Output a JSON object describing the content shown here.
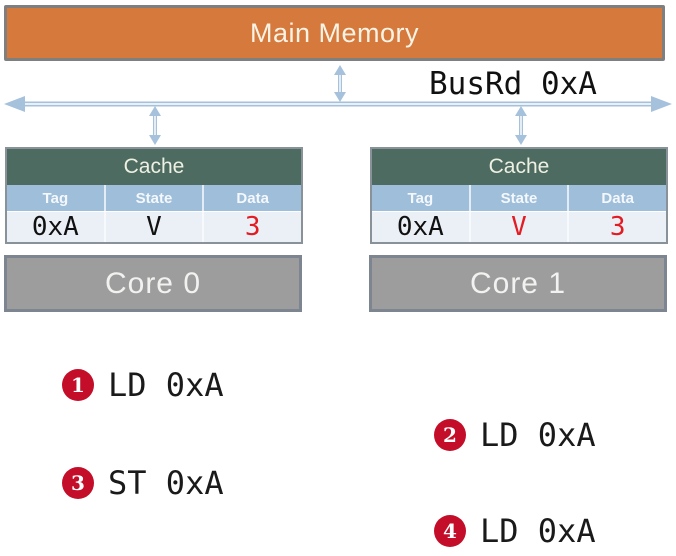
{
  "memory": {
    "label": "Main Memory"
  },
  "bus": {
    "label": "BusRd 0xA"
  },
  "caches": [
    {
      "title": "Cache",
      "columns": [
        "Tag",
        "State",
        "Data"
      ],
      "row": {
        "tag": "0xA",
        "state": "V",
        "data": "3"
      },
      "row_colors": {
        "tag": "#111111",
        "state": "#111111",
        "data": "#E31B23"
      },
      "core_label": "Core 0"
    },
    {
      "title": "Cache",
      "columns": [
        "Tag",
        "State",
        "Data"
      ],
      "row": {
        "tag": "0xA",
        "state": "V",
        "data": "3"
      },
      "row_colors": {
        "tag": "#111111",
        "state": "#E31B23",
        "data": "#E31B23"
      },
      "core_label": "Core 1"
    }
  ],
  "steps": [
    {
      "num": "1",
      "label": "LD 0xA"
    },
    {
      "num": "2",
      "label": "LD 0xA"
    },
    {
      "num": "3",
      "label": "ST 0xA"
    },
    {
      "num": "4",
      "label": "LD 0xA"
    }
  ],
  "colors": {
    "memory_fill": "#D5793C",
    "cache_header_green": "#4D6B60",
    "table_header_blue": "#9FBEDA",
    "table_row_bg": "#EBF0F7",
    "core_gray": "#9D9D9D",
    "arrow_blue": "#A6C1DB",
    "step_badge_red": "#C40D28",
    "highlight_red": "#E31B23"
  }
}
